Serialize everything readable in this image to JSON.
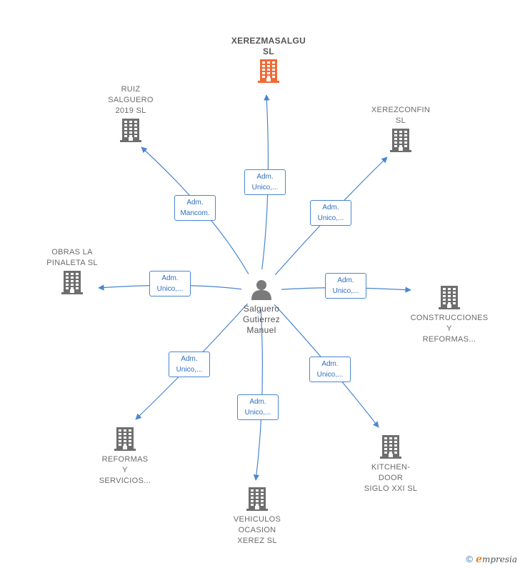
{
  "colors": {
    "edge": "#4a86d0",
    "building": "#6e6e6e",
    "main_building": "#f06a35",
    "person": "#7a7a7a"
  },
  "center": {
    "name": "Salguero\nGutierrez\nManuel",
    "icon": "person-icon"
  },
  "companies": [
    {
      "id": "xerezmasalgu",
      "name": "XEREZMASALGU\nSL",
      "main": true,
      "role": "Adm.\nUnico,..."
    },
    {
      "id": "ruiz",
      "name": "RUIZ\nSALGUERO\n2019  SL",
      "role": "Adm.\nMancom."
    },
    {
      "id": "xerezconfin",
      "name": "XEREZCONFIN\nSL",
      "role": "Adm.\nUnico,..."
    },
    {
      "id": "obras",
      "name": "OBRAS LA\nPINALETA  SL",
      "role": "Adm.\nUnico,..."
    },
    {
      "id": "construcciones",
      "name": "CONSTRUCCIONES\nY\nREFORMAS...",
      "role": "Adm.\nUnico,..."
    },
    {
      "id": "reformas",
      "name": "REFORMAS\nY\nSERVICIOS...",
      "role": "Adm.\nUnico,..."
    },
    {
      "id": "vehiculos",
      "name": "VEHICULOS\nOCASION\nXEREZ  SL",
      "role": "Adm.\nUnico,..."
    },
    {
      "id": "kitchen",
      "name": "KITCHEN-\nDOOR\nSIGLO XXI SL",
      "role": "Adm.\nUnico,..."
    }
  ],
  "footer": {
    "copyright": "©",
    "brand_e": "e",
    "brand_rest": "mpresia"
  }
}
